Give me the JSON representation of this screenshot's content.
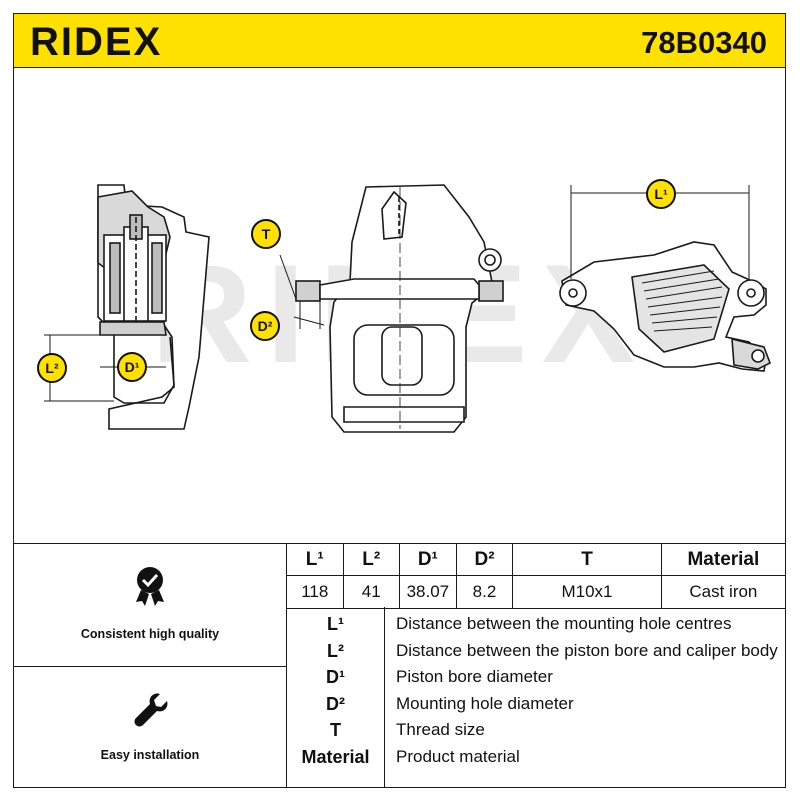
{
  "header": {
    "brand": "RIDEX",
    "part_number": "78B0340"
  },
  "drawing": {
    "callouts": {
      "t": "T",
      "d2": "D²",
      "l2": "L²",
      "d1": "D¹",
      "l1": "L¹"
    },
    "watermark": "RIDEX"
  },
  "features": [
    {
      "label": "Consistent high quality",
      "icon": "quality-badge-icon"
    },
    {
      "label": "Easy installation",
      "icon": "wrench-icon"
    }
  ],
  "specs": {
    "headers": [
      "L¹",
      "L²",
      "D¹",
      "D²",
      "T",
      "Material"
    ],
    "values": [
      "118",
      "41",
      "38.07",
      "8.2",
      "M10x1",
      "Cast iron"
    ]
  },
  "definitions": [
    {
      "abbr": "L¹",
      "text": "Distance between the mounting hole centres"
    },
    {
      "abbr": "L²",
      "text": "Distance between the piston bore and caliper body"
    },
    {
      "abbr": "D¹",
      "text": "Piston bore diameter"
    },
    {
      "abbr": "D²",
      "text": "Mounting hole diameter"
    },
    {
      "abbr": "T",
      "text": "Thread size"
    },
    {
      "abbr": "Material",
      "text": "Product material"
    }
  ],
  "colors": {
    "brand_yellow": "#ffe100",
    "line": "#1a1a1a",
    "watermark": "#e6e6e6"
  }
}
